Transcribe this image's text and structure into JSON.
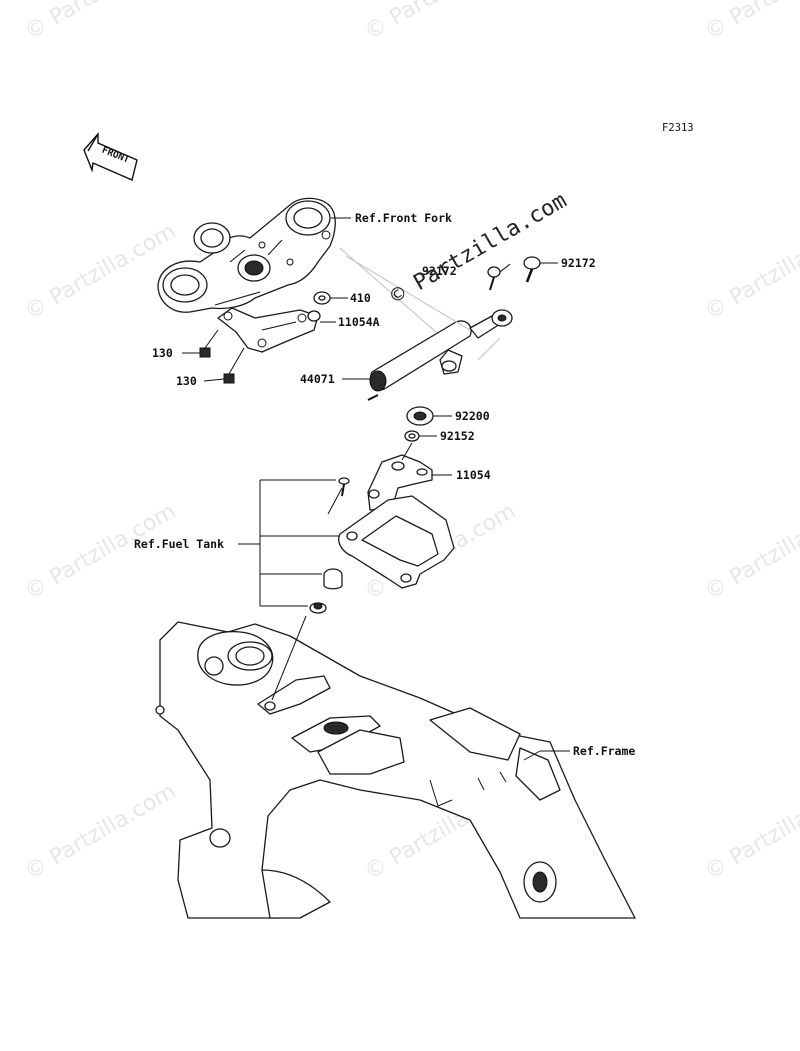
{
  "figure_code": "F2313",
  "front_label": "FRONT",
  "watermark": "© Partzilla.com",
  "center_watermark": "© Partzilla.com",
  "labels": {
    "front_fork": "Ref.Front Fork",
    "fuel_tank": "Ref.Fuel Tank",
    "frame": "Ref.Frame",
    "p410": "410",
    "p11054a": "11054A",
    "p130a": "130",
    "p130b": "130",
    "p44071": "44071",
    "p92172a": "92172",
    "p92172b": "92172",
    "p92200": "92200",
    "p92152": "92152",
    "p11054": "11054"
  }
}
